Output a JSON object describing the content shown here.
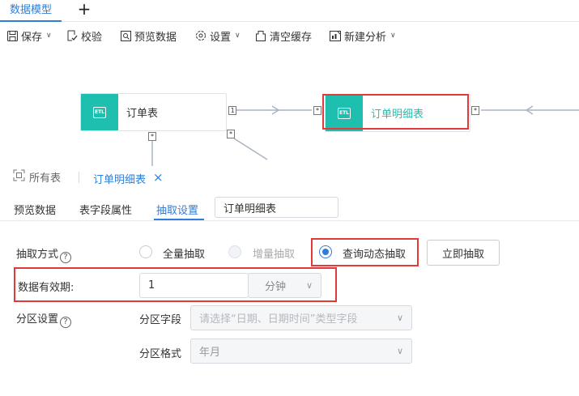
{
  "tabs": {
    "active": "数据模型",
    "add_icon": "plus-icon"
  },
  "toolbar": {
    "save": "保存",
    "validate": "校验",
    "preview": "预览数据",
    "settings": "设置",
    "clear_cache": "清空缓存",
    "new_analysis": "新建分析"
  },
  "canvas": {
    "node1": {
      "label": "订单表",
      "icon_text": "ETL"
    },
    "node2": {
      "label": "订单明细表",
      "icon_text": "ETL"
    },
    "marker_one": "1",
    "marker_many": "*"
  },
  "breadcrumb": {
    "all_tables": "所有表",
    "current": "订单明细表",
    "close": "×"
  },
  "subtabs": {
    "preview": "预览数据",
    "fields": "表字段属性",
    "extract": "抽取设置",
    "table_name": "订单明细表"
  },
  "form": {
    "method_label": "抽取方式",
    "method_options": [
      "全量抽取",
      "增量抽取",
      "查询动态抽取"
    ],
    "method_selected": "查询动态抽取",
    "extract_now": "立即抽取",
    "validity_label": "数据有效期:",
    "validity_value": "1",
    "validity_unit": "分钟",
    "partition_label": "分区设置",
    "partition_field_label": "分区字段",
    "partition_field_placeholder": "请选择“日期、日期时间”类型字段",
    "partition_format_label": "分区格式",
    "partition_format_value": "年月"
  },
  "colors": {
    "accent": "#2f7ed8",
    "teal": "#1fbfb0",
    "highlight": "#e23a3a"
  }
}
